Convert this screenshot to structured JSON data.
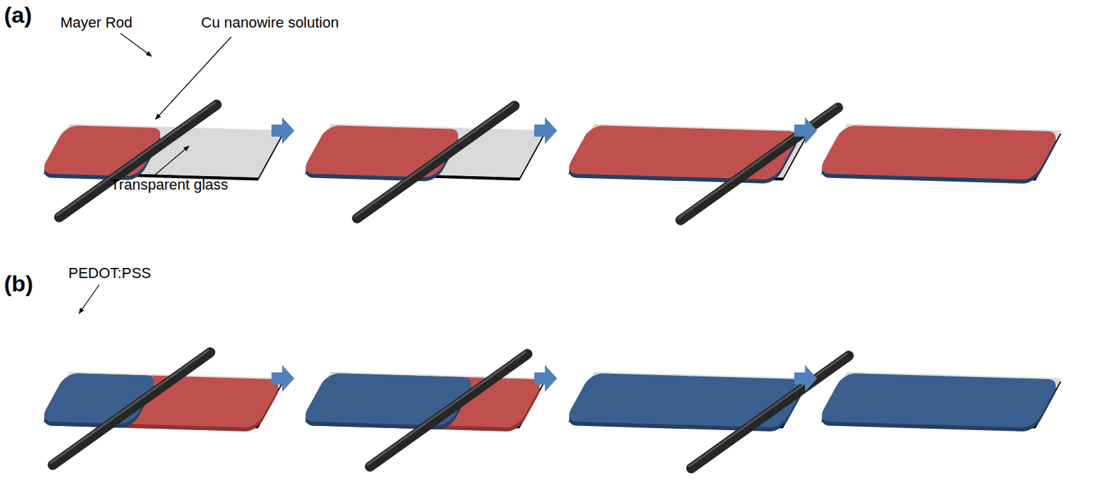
{
  "diagram": {
    "labels": [
      "(a)",
      "Mayer Rod",
      "Cu nanowire solution",
      "Transparent glass",
      "(b)",
      "PEDOT:PSS"
    ]
  }
}
